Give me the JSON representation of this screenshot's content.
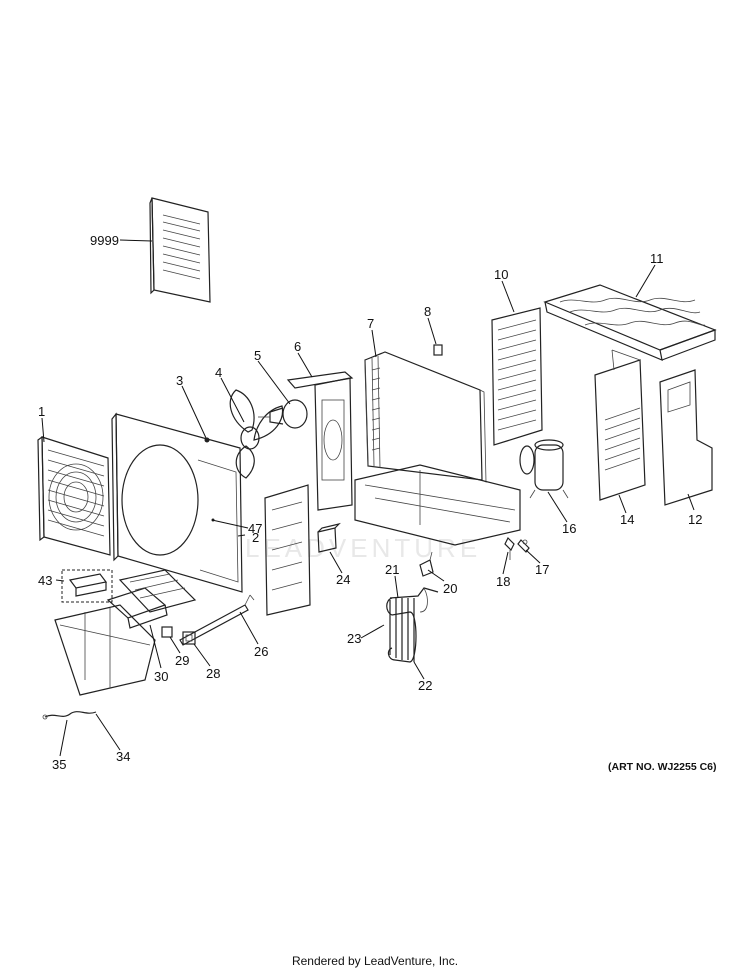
{
  "diagram": {
    "art_number": "(ART NO. WJ2255 C6)",
    "footer": "Rendered by LeadVenture, Inc.",
    "watermark": "LEADVENTURE",
    "callouts": [
      "1",
      "2",
      "3",
      "4",
      "5",
      "6",
      "7",
      "8",
      "10",
      "11",
      "12",
      "14",
      "16",
      "17",
      "18",
      "20",
      "21",
      "22",
      "23",
      "24",
      "26",
      "28",
      "29",
      "30",
      "34",
      "35",
      "43",
      "47",
      "9999"
    ]
  }
}
